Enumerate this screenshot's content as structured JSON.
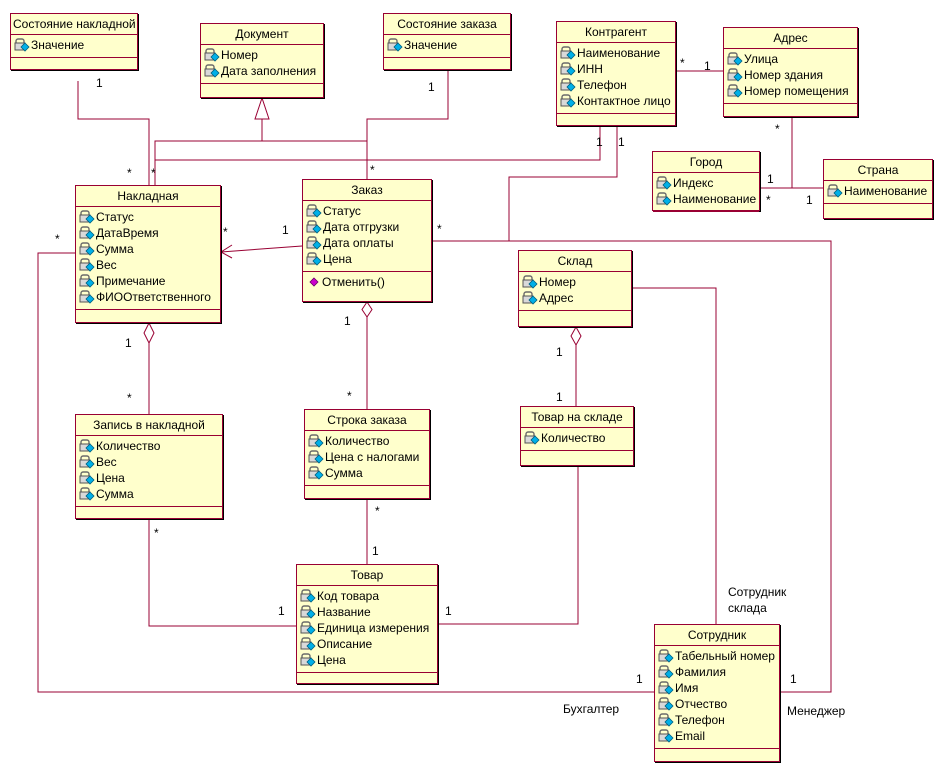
{
  "classes": [
    {
      "id": "sostoyanie_nakladnoy",
      "name": "Состояние накладной",
      "attributes": [
        "Значение"
      ],
      "operations": []
    },
    {
      "id": "dokument",
      "name": "Документ",
      "attributes": [
        "Номер",
        "Дата заполнения"
      ],
      "operations": []
    },
    {
      "id": "sostoyanie_zakaza",
      "name": "Состояние заказа",
      "attributes": [
        "Значение"
      ],
      "operations": []
    },
    {
      "id": "kontragent",
      "name": "Контрагент",
      "attributes": [
        "Наименование",
        "ИНН",
        "Телефон",
        "Контактное лицо"
      ],
      "operations": []
    },
    {
      "id": "adres",
      "name": "Адрес",
      "attributes": [
        "Улица",
        "Номер здания",
        "Номер помещения"
      ],
      "operations": []
    },
    {
      "id": "gorod",
      "name": "Город",
      "attributes": [
        "Индекс",
        "Наименование"
      ],
      "operations": []
    },
    {
      "id": "strana",
      "name": "Страна",
      "attributes": [
        "Наименование"
      ],
      "operations": []
    },
    {
      "id": "nakladnaya",
      "name": "Накладная",
      "attributes": [
        "Статус",
        "ДатаВремя",
        "Сумма",
        "Вес",
        "Примечание",
        "ФИООтветственного"
      ],
      "operations": []
    },
    {
      "id": "zakaz",
      "name": "Заказ",
      "attributes": [
        "Статус",
        "Дата отгрузки",
        "Дата оплаты",
        "Цена"
      ],
      "operations": [
        "Отменить()"
      ]
    },
    {
      "id": "sklad",
      "name": "Склад",
      "attributes": [
        "Номер",
        "Адрес"
      ],
      "operations": []
    },
    {
      "id": "zapis",
      "name": "Запись в накладной",
      "attributes": [
        "Количество",
        "Вес",
        "Цена",
        "Сумма"
      ],
      "operations": []
    },
    {
      "id": "stroka",
      "name": "Строка заказа",
      "attributes": [
        "Количество",
        "Цена с налогами",
        "Сумма"
      ],
      "operations": []
    },
    {
      "id": "tovar_na_sklade",
      "name": "Товар на складе",
      "attributes": [
        "Количество"
      ],
      "operations": []
    },
    {
      "id": "tovar",
      "name": "Товар",
      "attributes": [
        "Код товара",
        "Название",
        "Единица измерения",
        "Описание",
        "Цена"
      ],
      "operations": []
    },
    {
      "id": "sotrudnik",
      "name": "Сотрудник",
      "attributes": [
        "Табельный номер",
        "Фамилия",
        "Имя",
        "Отчество",
        "Телефон",
        "Email"
      ],
      "operations": []
    }
  ],
  "multiplicities": [
    {
      "id": "m1",
      "text": "1"
    },
    {
      "id": "m2",
      "text": "*"
    },
    {
      "id": "m3",
      "text": "1"
    },
    {
      "id": "m4",
      "text": "*"
    },
    {
      "id": "m5",
      "text": "*"
    },
    {
      "id": "m6",
      "text": "1"
    },
    {
      "id": "m7",
      "text": "1"
    },
    {
      "id": "m8",
      "text": "1"
    },
    {
      "id": "m9",
      "text": "*"
    },
    {
      "id": "m10",
      "text": "1"
    },
    {
      "id": "m11",
      "text": "*"
    },
    {
      "id": "m12",
      "text": "1"
    },
    {
      "id": "m13",
      "text": "*"
    },
    {
      "id": "m14",
      "text": "*"
    },
    {
      "id": "m15",
      "text": "1"
    },
    {
      "id": "m16",
      "text": "*"
    },
    {
      "id": "m17",
      "text": "1"
    },
    {
      "id": "m18",
      "text": "*"
    },
    {
      "id": "m19",
      "text": "1"
    },
    {
      "id": "m20",
      "text": "*"
    },
    {
      "id": "m21",
      "text": "*"
    },
    {
      "id": "m22",
      "text": "1"
    },
    {
      "id": "m23",
      "text": "1"
    },
    {
      "id": "m24",
      "text": "1"
    },
    {
      "id": "m25",
      "text": "*"
    },
    {
      "id": "m26",
      "text": "*"
    },
    {
      "id": "m27",
      "text": "1"
    },
    {
      "id": "m28",
      "text": "1"
    },
    {
      "id": "m29",
      "text": "1"
    },
    {
      "id": "m30",
      "text": "1"
    }
  ],
  "roles": [
    {
      "id": "r1",
      "text": "Сотрудник"
    },
    {
      "id": "r2",
      "text": "склада"
    },
    {
      "id": "r3",
      "text": "Бухгалтер"
    },
    {
      "id": "r4",
      "text": "Менеджер"
    }
  ],
  "colors": {
    "class_fill": "#ffffcc",
    "line": "#990033"
  }
}
